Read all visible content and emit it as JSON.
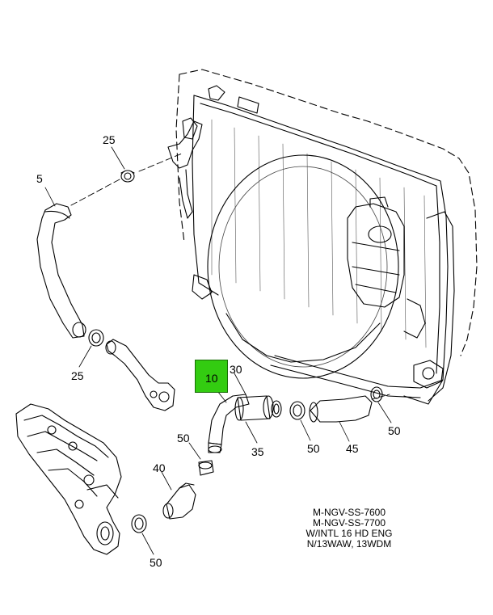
{
  "callouts": {
    "c25_top": "25",
    "c5": "5",
    "c25_bottom": "25",
    "c10": "10",
    "c30": "30",
    "c35": "35",
    "c50_mid": "50",
    "c45": "45",
    "c50_right": "50",
    "c50_left": "50",
    "c40": "40",
    "c50_bottom": "50"
  },
  "highlight": {
    "color": "#33cc11",
    "part": "10"
  },
  "notes": [
    "M-NGV-SS-7600",
    "M-NGV-SS-7700",
    "W/INTL 16 HD ENG",
    "N/13WAW, 13WDM"
  ]
}
